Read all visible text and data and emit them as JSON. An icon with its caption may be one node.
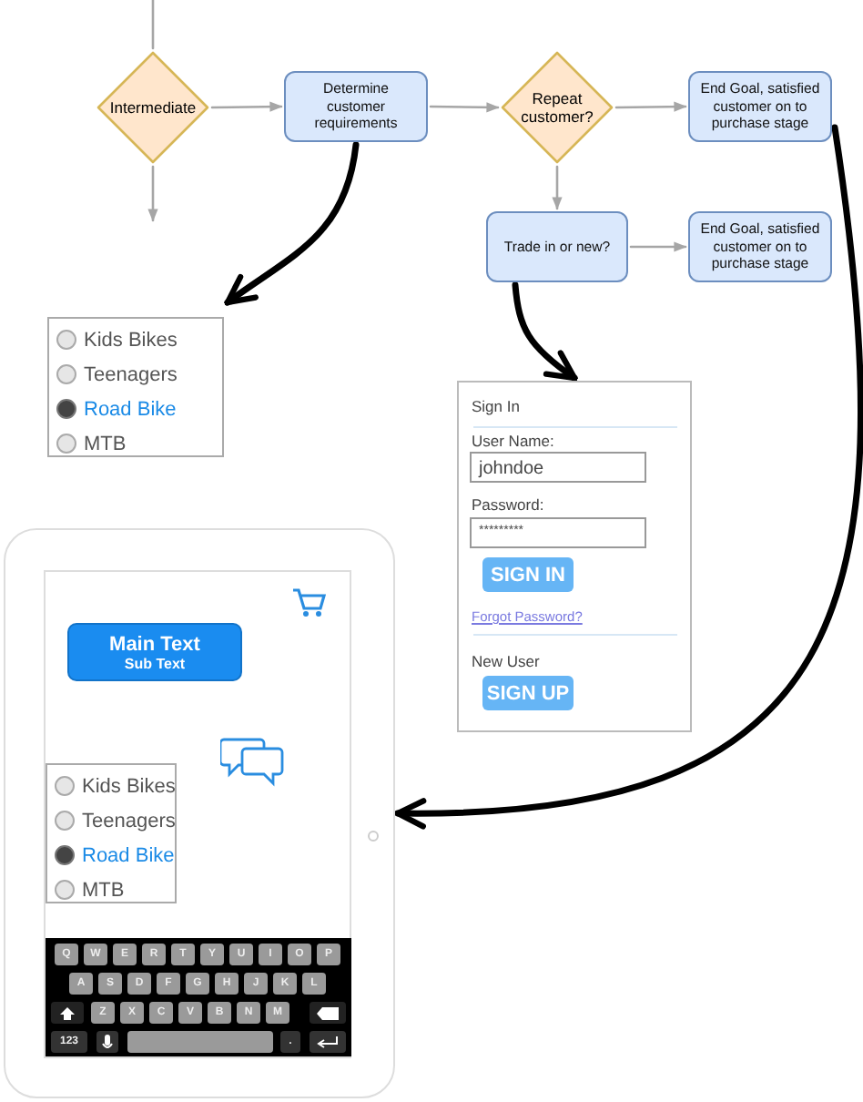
{
  "diagram": {
    "nodes": [
      {
        "text": [
          "Intermediate"
        ]
      },
      {
        "text": [
          "Determine customer requirements"
        ]
      },
      {
        "text": [
          "Repeat customer?"
        ]
      },
      {
        "text": [
          "End Goal, satisfied customer on to purchase stage"
        ]
      },
      {
        "text": [
          "Trade in or new?"
        ]
      },
      {
        "text": [
          "End Goal, satisfied customer on to purchase stage"
        ]
      },
      {
        "text": [
          "Kids Bikes",
          "Teenagers",
          "Road Bike",
          "MTB"
        ]
      },
      {
        "text": [
          "Sign In",
          "User Name:",
          "johndoe",
          "Password:",
          "*********",
          "SIGN IN",
          "Forgot Password?",
          "New User",
          "SIGN UP"
        ]
      },
      {
        "text": [],
        "shape": "tablet"
      },
      {
        "text": [
          "Main Text",
          "Sub Text"
        ],
        "in": 8
      },
      {
        "text": [
          "Kids Bikes",
          "Teenagers",
          "Road Bike",
          "MTB"
        ],
        "in": 8
      }
    ],
    "edges": [
      {
        "from": null,
        "to": 0,
        "arrow": "none",
        "color": "#a6a6a6"
      },
      {
        "from": 0,
        "to": 1,
        "arrow": "to",
        "color": "#a6a6a6"
      },
      {
        "from": 1,
        "to": 2,
        "arrow": "to",
        "color": "#a6a6a6"
      },
      {
        "from": 2,
        "to": 3,
        "arrow": "to",
        "color": "#a6a6a6"
      },
      {
        "from": 2,
        "to": 4,
        "arrow": "to",
        "color": "#a6a6a6"
      },
      {
        "from": 4,
        "to": 5,
        "arrow": "to",
        "color": "#a6a6a6"
      },
      {
        "from": 0,
        "to": null,
        "arrow": "to",
        "color": "#a6a6a6"
      },
      {
        "from": 1,
        "to": 6,
        "arrow": "to",
        "style": "thick",
        "color": "#000000"
      },
      {
        "from": 4,
        "to": 7,
        "arrow": "to",
        "style": "thick",
        "color": "#000000"
      },
      {
        "from": 3,
        "to": 8,
        "arrow": "to",
        "style": "thick",
        "color": "#000000"
      }
    ],
    "labels": [
      "Q",
      "W",
      "E",
      "R",
      "T",
      "Y",
      "U",
      "I",
      "O",
      "P",
      "A",
      "S",
      "D",
      "F",
      "G",
      "H",
      "J",
      "K",
      "L",
      "Z",
      "X",
      "C",
      "V",
      "B",
      "N",
      "M",
      "123",
      "."
    ]
  }
}
